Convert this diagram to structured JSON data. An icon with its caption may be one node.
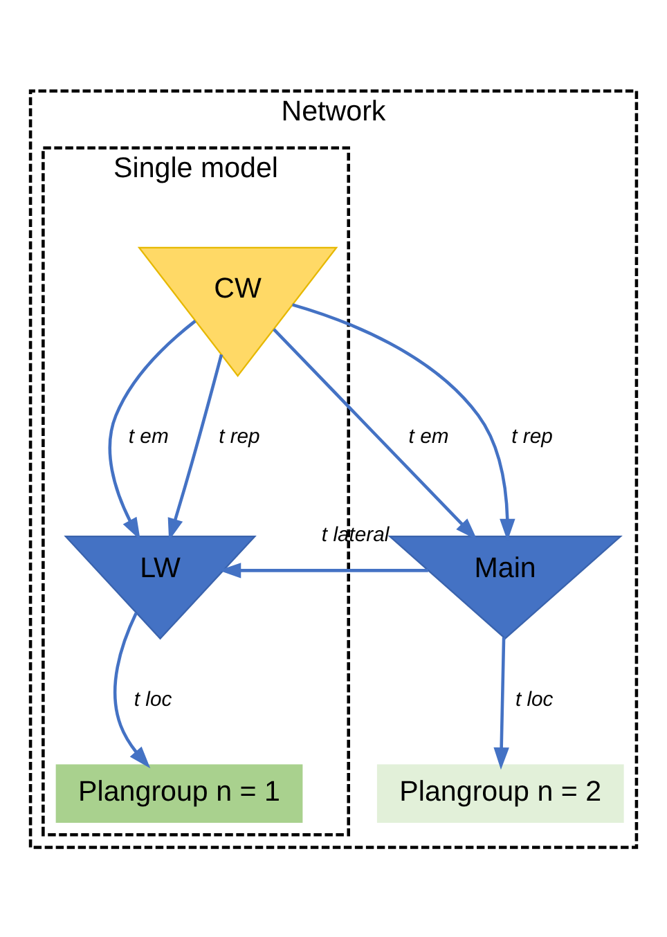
{
  "diagram": {
    "nodes": [
      {
        "text": [
          "Network"
        ]
      },
      {
        "text": [
          "Single model"
        ],
        "in": 0
      },
      {
        "text": [
          "CW"
        ],
        "in": 1
      },
      {
        "text": [
          "LW"
        ],
        "in": 1
      },
      {
        "text": [
          "Plangroup n = 1"
        ],
        "in": 1
      },
      {
        "text": [
          "Main"
        ],
        "in": 0
      },
      {
        "text": [
          "Plangroup n = 2"
        ],
        "in": 0
      }
    ],
    "edges": [
      {
        "from": 2,
        "to": 3,
        "arrow": "to",
        "label": "t em"
      },
      {
        "from": 2,
        "to": 3,
        "arrow": "to",
        "label": "t rep"
      },
      {
        "from": 2,
        "to": 5,
        "arrow": "to",
        "label": "t em"
      },
      {
        "from": 2,
        "to": 5,
        "arrow": "to",
        "label": "t rep"
      },
      {
        "from": 5,
        "to": 3,
        "arrow": "to",
        "label": "t lateral"
      },
      {
        "from": 3,
        "to": 4,
        "arrow": "to",
        "label": "t loc"
      },
      {
        "from": 5,
        "to": 6,
        "arrow": "to",
        "label": "t loc"
      }
    ]
  }
}
